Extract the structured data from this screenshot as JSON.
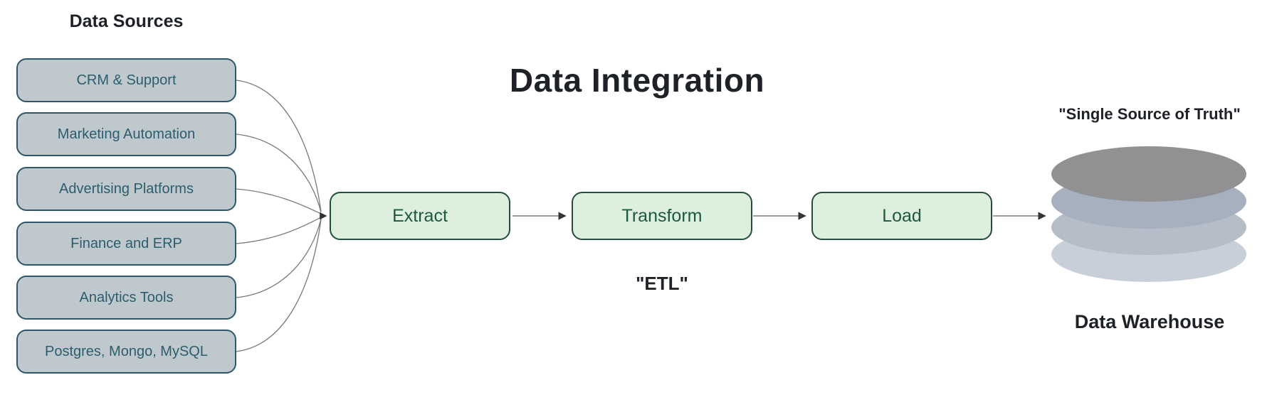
{
  "diagram": {
    "title": "Data Integration",
    "etl_caption": "\"ETL\""
  },
  "sources": {
    "heading": "Data Sources",
    "items": [
      "CRM & Support",
      "Marketing Automation",
      "Advertising Platforms",
      "Finance and ERP",
      "Analytics Tools",
      "Postgres, Mongo, MySQL"
    ]
  },
  "pipeline": {
    "steps": [
      {
        "label": "Extract"
      },
      {
        "label": "Transform"
      },
      {
        "label": "Load"
      }
    ]
  },
  "warehouse": {
    "caption": "\"Single Source of Truth\"",
    "label": "Data Warehouse",
    "icon": "database-stack-icon"
  },
  "colors": {
    "background": "#ffffff",
    "heading_text": "#1e2227",
    "source_fill": "#bfc9cd",
    "source_border": "#2f5767",
    "source_text": "#2c5d6e",
    "step_fill": "#ddefdd",
    "step_border": "#264d3c",
    "step_text": "#1f5740",
    "connector": "#7a7a7a",
    "arrowhead": "#333333",
    "cylinder_top": "#919194",
    "cylinder_2": "#a7b0bf",
    "cylinder_3": "#b5bdc9",
    "cylinder_4": "#c9cfd9"
  }
}
